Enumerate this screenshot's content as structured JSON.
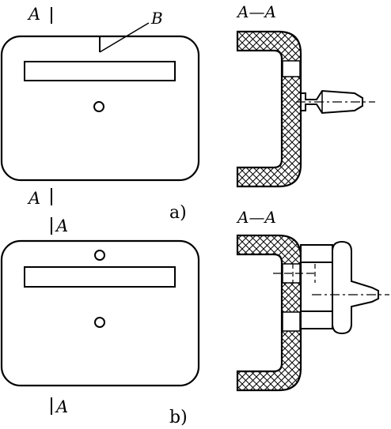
{
  "figure_a": {
    "section_mark_top": "A",
    "section_mark_bottom": "A",
    "callout_label": "B",
    "section_title": "A—A",
    "caption": "a)"
  },
  "figure_b": {
    "section_mark_top": "A",
    "section_mark_bottom": "A",
    "section_title": "A—A",
    "caption": "b)"
  },
  "colors": {
    "ink": "#000000",
    "paper": "#ffffff"
  }
}
